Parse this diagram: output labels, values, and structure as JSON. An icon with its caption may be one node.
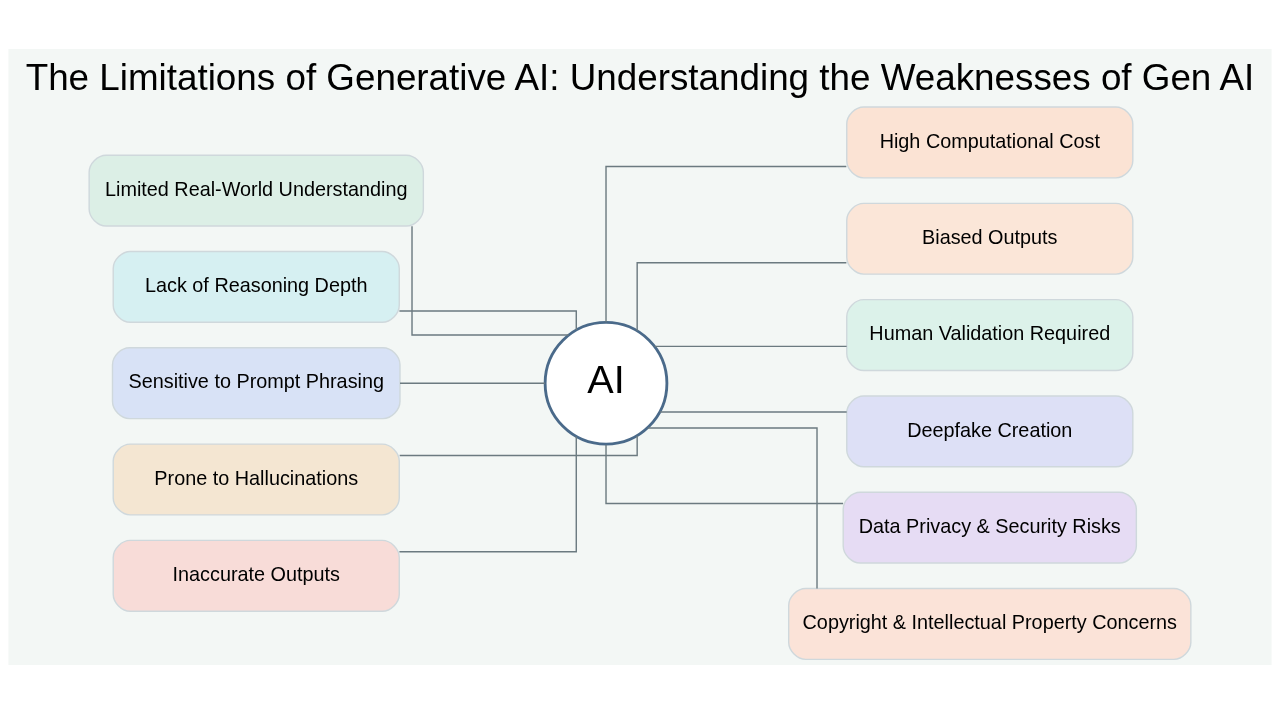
{
  "diagram": {
    "title": "The Limitations of Generative AI: Understanding the Weaknesses of Gen AI",
    "nodes": [
      {
        "text": [
          "AI"
        ]
      },
      {
        "text": [
          "Limited Real-World Understanding"
        ]
      },
      {
        "text": [
          "Lack of Reasoning Depth"
        ]
      },
      {
        "text": [
          "Sensitive to Prompt Phrasing"
        ]
      },
      {
        "text": [
          "Prone to Hallucinations"
        ]
      },
      {
        "text": [
          "Inaccurate Outputs"
        ]
      },
      {
        "text": [
          "High Computational Cost"
        ]
      },
      {
        "text": [
          "Biased Outputs"
        ]
      },
      {
        "text": [
          "Human Validation Required"
        ]
      },
      {
        "text": [
          "Deepfake Creation"
        ]
      },
      {
        "text": [
          "Data Privacy & Security Risks"
        ]
      },
      {
        "text": [
          "Copyright & Intellectual Property Concerns"
        ]
      }
    ],
    "edges": [
      {
        "from": 1,
        "to": 0,
        "arrow": "none"
      },
      {
        "from": 2,
        "to": 0,
        "arrow": "none"
      },
      {
        "from": 3,
        "to": 0,
        "arrow": "none"
      },
      {
        "from": 4,
        "to": 0,
        "arrow": "none"
      },
      {
        "from": 5,
        "to": 0,
        "arrow": "none"
      },
      {
        "from": 0,
        "to": 6,
        "arrow": "none"
      },
      {
        "from": 0,
        "to": 7,
        "arrow": "none"
      },
      {
        "from": 0,
        "to": 8,
        "arrow": "none"
      },
      {
        "from": 0,
        "to": 9,
        "arrow": "none"
      },
      {
        "from": 0,
        "to": 10,
        "arrow": "none"
      },
      {
        "from": 0,
        "to": 11,
        "arrow": "none"
      }
    ]
  }
}
